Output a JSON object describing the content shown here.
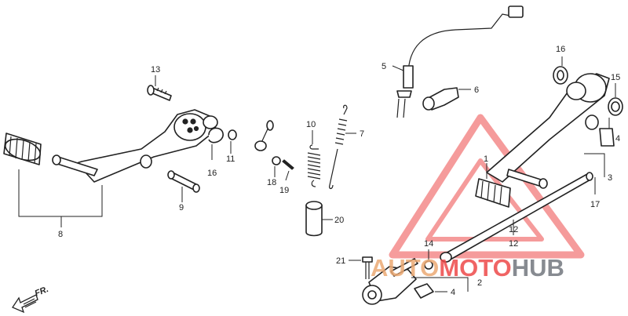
{
  "callouts": {
    "c1": "1",
    "c2": "2",
    "c3": "3",
    "c4a": "4",
    "c4b": "4",
    "c5": "5",
    "c6": "6",
    "c7": "7",
    "c8": "8",
    "c9": "9",
    "c10": "10",
    "c11": "11",
    "c12a": "12",
    "c12b": "12",
    "c13": "13",
    "c14": "14",
    "c15": "15",
    "c16a": "16",
    "c16b": "16",
    "c17": "17",
    "c18": "18",
    "c19": "19",
    "c20": "20",
    "c21": "21"
  },
  "direction": {
    "label": "FR."
  },
  "watermark": {
    "part1": "AUTO",
    "part2": "MOTO",
    "part3": "HUB",
    "colors": {
      "auto": "#ecaa74",
      "moto": "#ee4a4a",
      "hub": "#7b7f86",
      "triangle": "#ee4a4a"
    }
  }
}
